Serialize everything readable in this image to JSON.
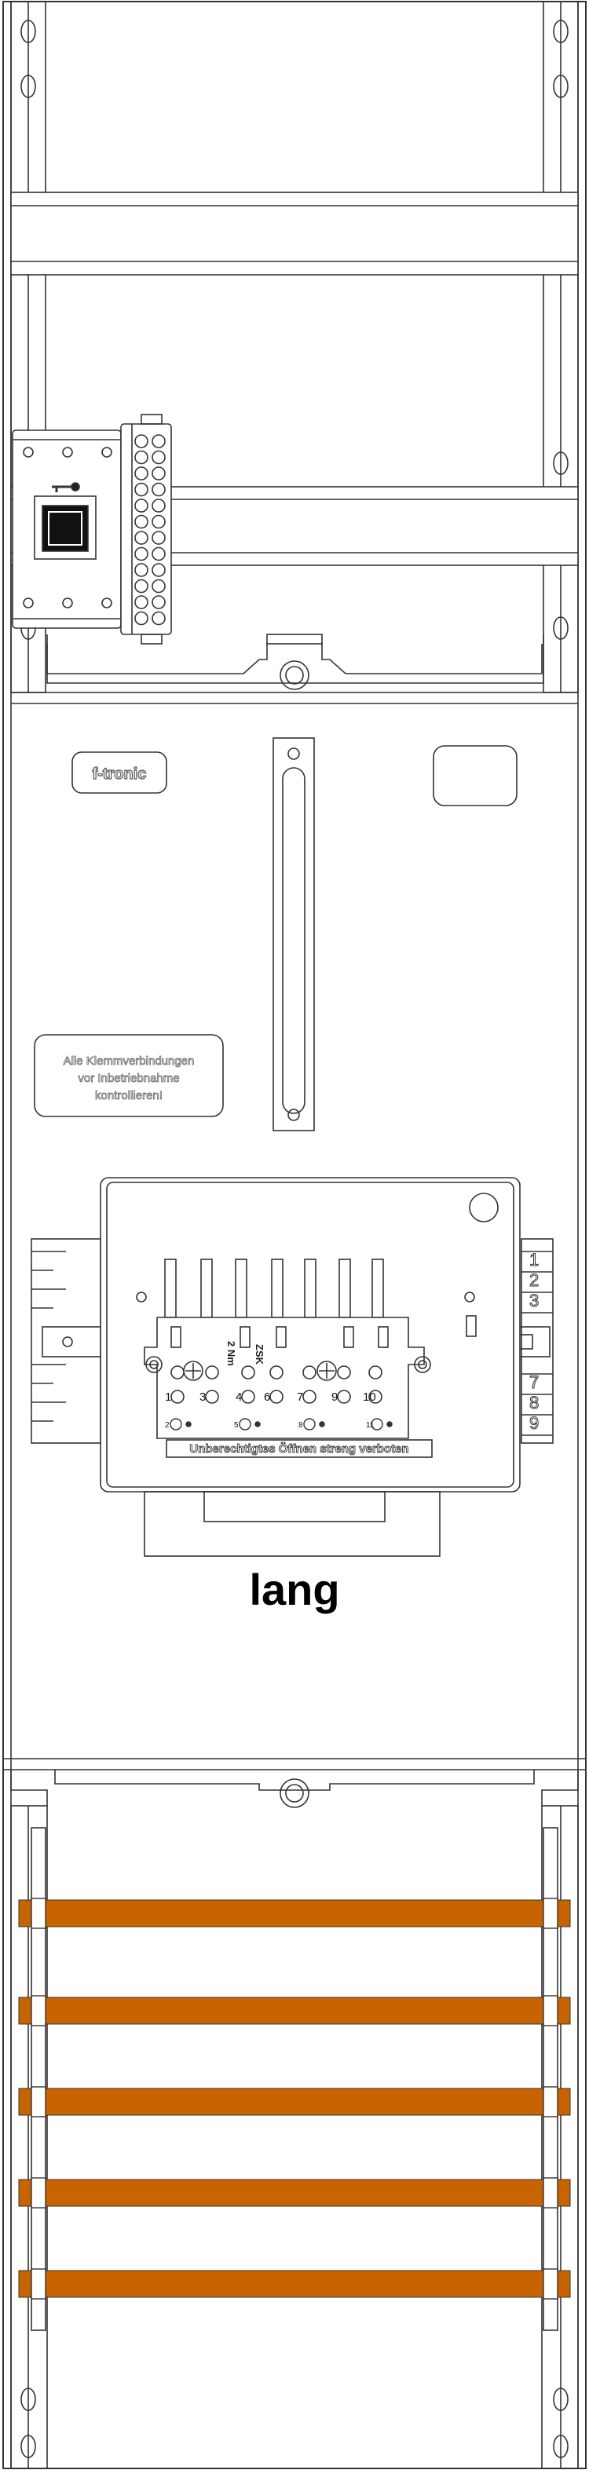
{
  "drawing": {
    "brand_logo_text": "f-tronic",
    "notice_line_1": "Alle Klemmverbindungen",
    "notice_line_2": "vor Inbetriebnahme",
    "notice_line_3": "kontrollieren!",
    "torque_label": "2 Nm",
    "zsk_label": "ZSK",
    "warning_strip": "Unberechtigtes Öffnen streng verboten",
    "variant_label": "lang",
    "meter_socket_terminals": [
      "1",
      "3",
      "4",
      "6",
      "7",
      "9",
      "10"
    ],
    "small_terminals": [
      "2",
      "5",
      "8",
      "11"
    ],
    "right_scale_numbers": [
      "1",
      "2",
      "3",
      "7",
      "8",
      "9"
    ],
    "busbar_color": "#c86400",
    "line_color": "#333333"
  }
}
